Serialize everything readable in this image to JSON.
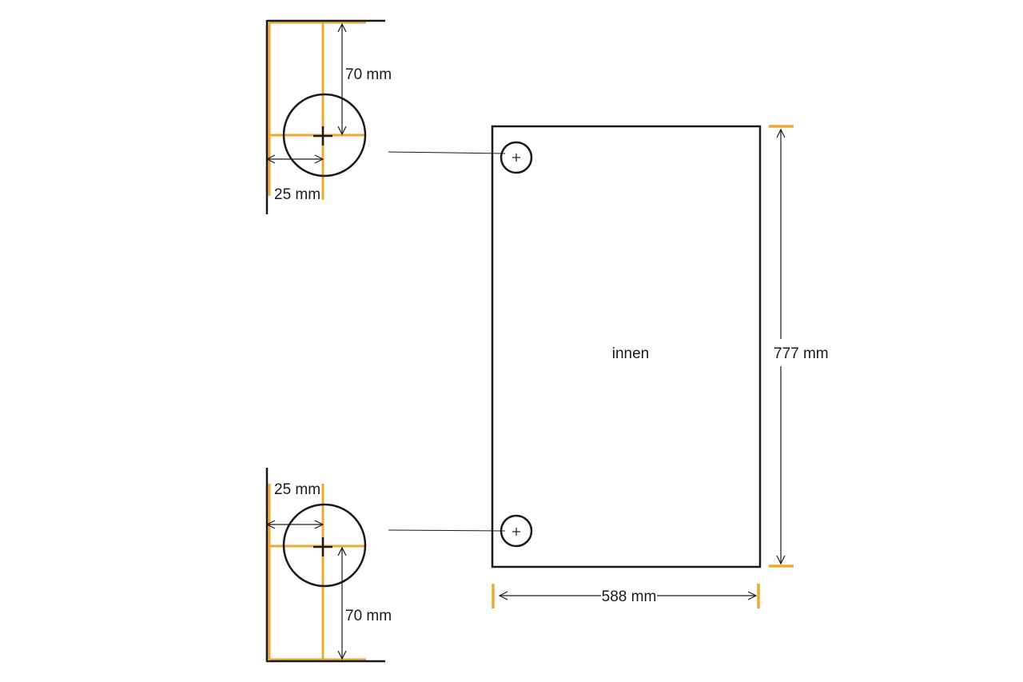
{
  "colors": {
    "line": "#1a1a1a",
    "accent": "#f0a830",
    "background": "#ffffff"
  },
  "labels": {
    "top_vertical": "70 mm",
    "top_horizontal": "25 mm",
    "bottom_horizontal": "25 mm",
    "bottom_vertical": "70 mm",
    "panel_center": "innen",
    "panel_height": "777 mm",
    "panel_width": "588 mm"
  }
}
